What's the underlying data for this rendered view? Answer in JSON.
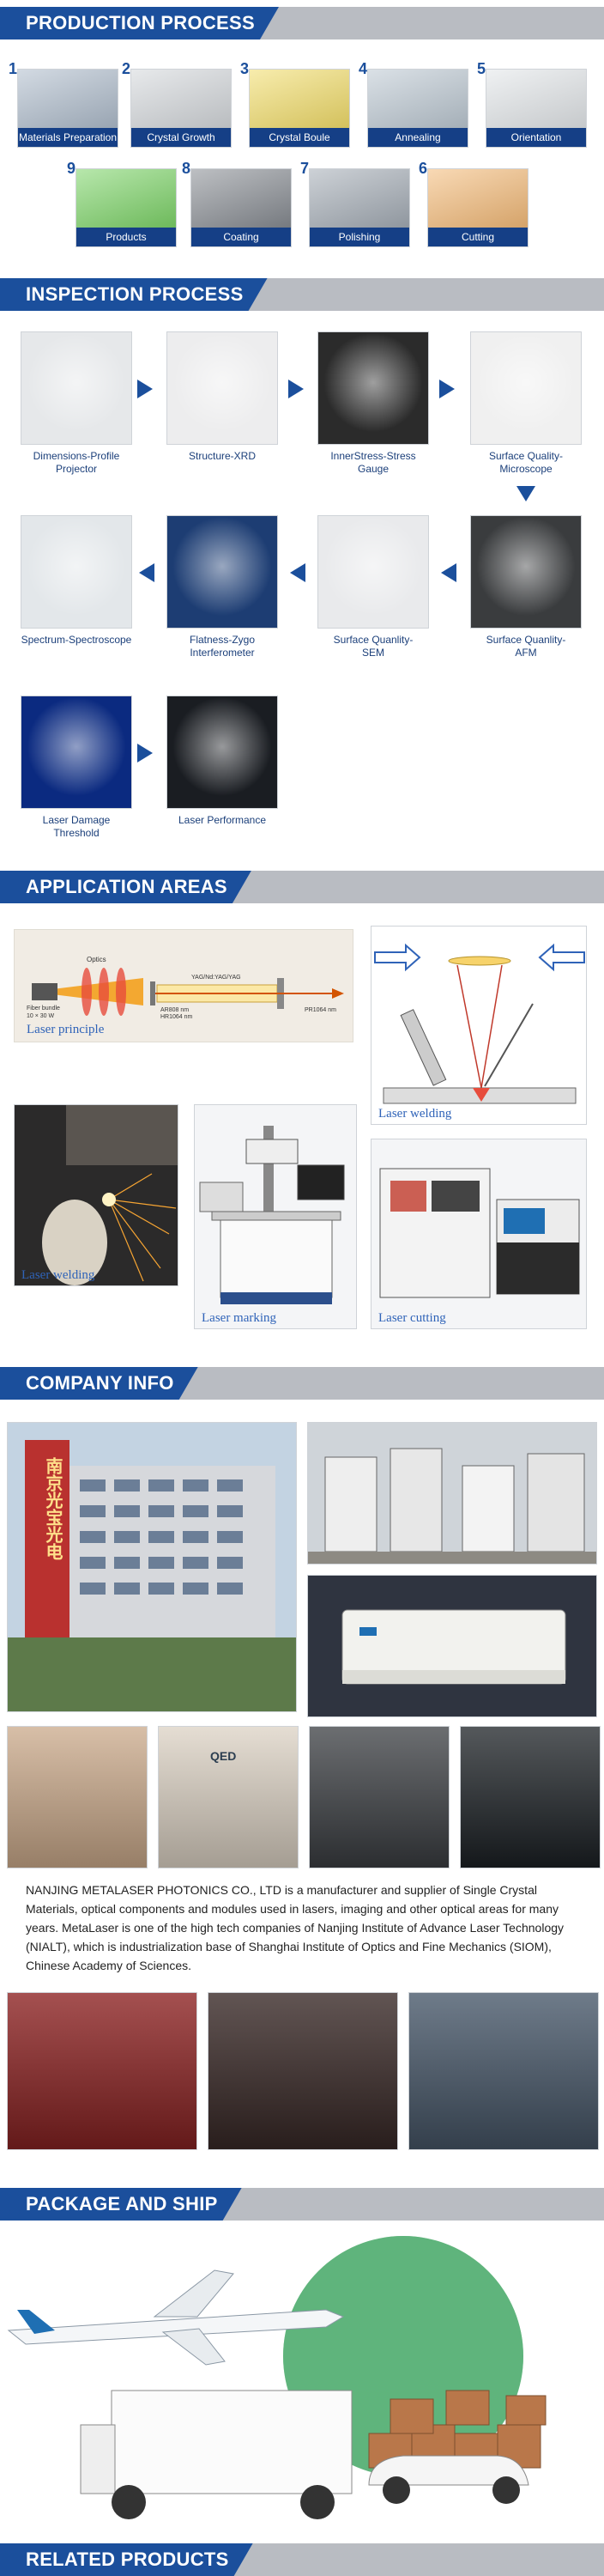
{
  "sections": {
    "production": "PRODUCTION PROCESS",
    "inspection": "INSPECTION PROCESS",
    "application": "APPLICATION AREAS",
    "company": "COMPANY INFO",
    "package": "PACKAGE AND SHIP",
    "related": "RELATED PRODUCTS"
  },
  "production_steps": [
    {
      "num": "1",
      "label": "Materials Preparation"
    },
    {
      "num": "2",
      "label": "Crystal Growth"
    },
    {
      "num": "3",
      "label": "Crystal Boule"
    },
    {
      "num": "4",
      "label": "Annealing"
    },
    {
      "num": "5",
      "label": "Orientation"
    },
    {
      "num": "6",
      "label": "Cutting"
    },
    {
      "num": "7",
      "label": "Polishing"
    },
    {
      "num": "8",
      "label": "Coating"
    },
    {
      "num": "9",
      "label": "Products"
    }
  ],
  "inspection_steps": [
    {
      "label_l1": "Dimensions-Profile",
      "label_l2": "Projector"
    },
    {
      "label_l1": "Structure-XRD",
      "label_l2": ""
    },
    {
      "label_l1": "InnerStress-Stress",
      "label_l2": "Gauge"
    },
    {
      "label_l1": "Surface Quality-",
      "label_l2": "Microscope"
    },
    {
      "label_l1": "Surface Quanlity-",
      "label_l2": "AFM"
    },
    {
      "label_l1": "Surface Quanlity-",
      "label_l2": "SEM"
    },
    {
      "label_l1": "Flatness-Zygo",
      "label_l2": "Interferometer"
    },
    {
      "label_l1": "Spectrum-Spectroscope",
      "label_l2": ""
    },
    {
      "label_l1": "Laser Damage",
      "label_l2": "Threshold"
    },
    {
      "label_l1": "Laser Performance",
      "label_l2": ""
    }
  ],
  "applications": {
    "principle": "Laser principle",
    "welding_top": "Laser welding",
    "welding": "Laser welding",
    "marking": "Laser marking",
    "cutting": "Laser cutting",
    "diagram_optics": "Optics",
    "diagram_fiber": "Fiber bundle",
    "diagram_power": "10 × 30 W",
    "diagram_crystal": "YAG/Nd:YAG/YAG",
    "diagram_ar": "AR808 nm",
    "diagram_hr": "HR1064 nm",
    "diagram_pr": "PR1064 nm"
  },
  "company": {
    "building_sign": "南京光宝光电",
    "qed_sign": "QED",
    "paragraph": "NANJING METALASER PHOTONICS CO., LTD is a manufacturer and supplier of Single Crystal Materials, optical components and modules used in lasers, imaging and other optical areas for many years.  MetaLaser is one of the high tech companies of Nanjing Institute of Advance Laser Technology (NIALT), which is industrialization base of Shanghai Institute of Optics and Fine Mechanics (SIOM), Chinese Academy of Sciences."
  },
  "colors": {
    "brand": "#1b4f9c",
    "banner_bg": "#b9bcc2",
    "caption_bg": "#153f86"
  }
}
